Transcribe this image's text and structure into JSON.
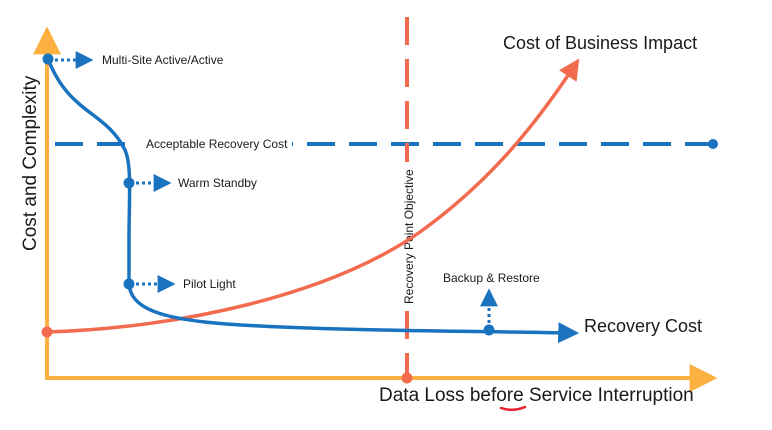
{
  "axes": {
    "y_label": "Cost and Complexity",
    "x_label": "Data Loss before Service Interruption"
  },
  "curves": {
    "business_impact_label": "Cost of Business Impact",
    "recovery_cost_label": "Recovery Cost"
  },
  "lines": {
    "acceptable_cost_label": "Acceptable Recovery Cost",
    "rpo_label": "Recovery Point Objective"
  },
  "strategies": [
    {
      "label": "Multi-Site Active/Active"
    },
    {
      "label": "Warm Standby"
    },
    {
      "label": "Pilot Light"
    },
    {
      "label": "Backup & Restore"
    }
  ],
  "colors": {
    "axis": "#FBB040",
    "recovery_cost": "#1A73BF",
    "business_impact": "#F26B4F",
    "acceptable_cost": "#1A73BF",
    "rpo": "#F26B4F",
    "annotation_underline": "#E8212B"
  }
}
